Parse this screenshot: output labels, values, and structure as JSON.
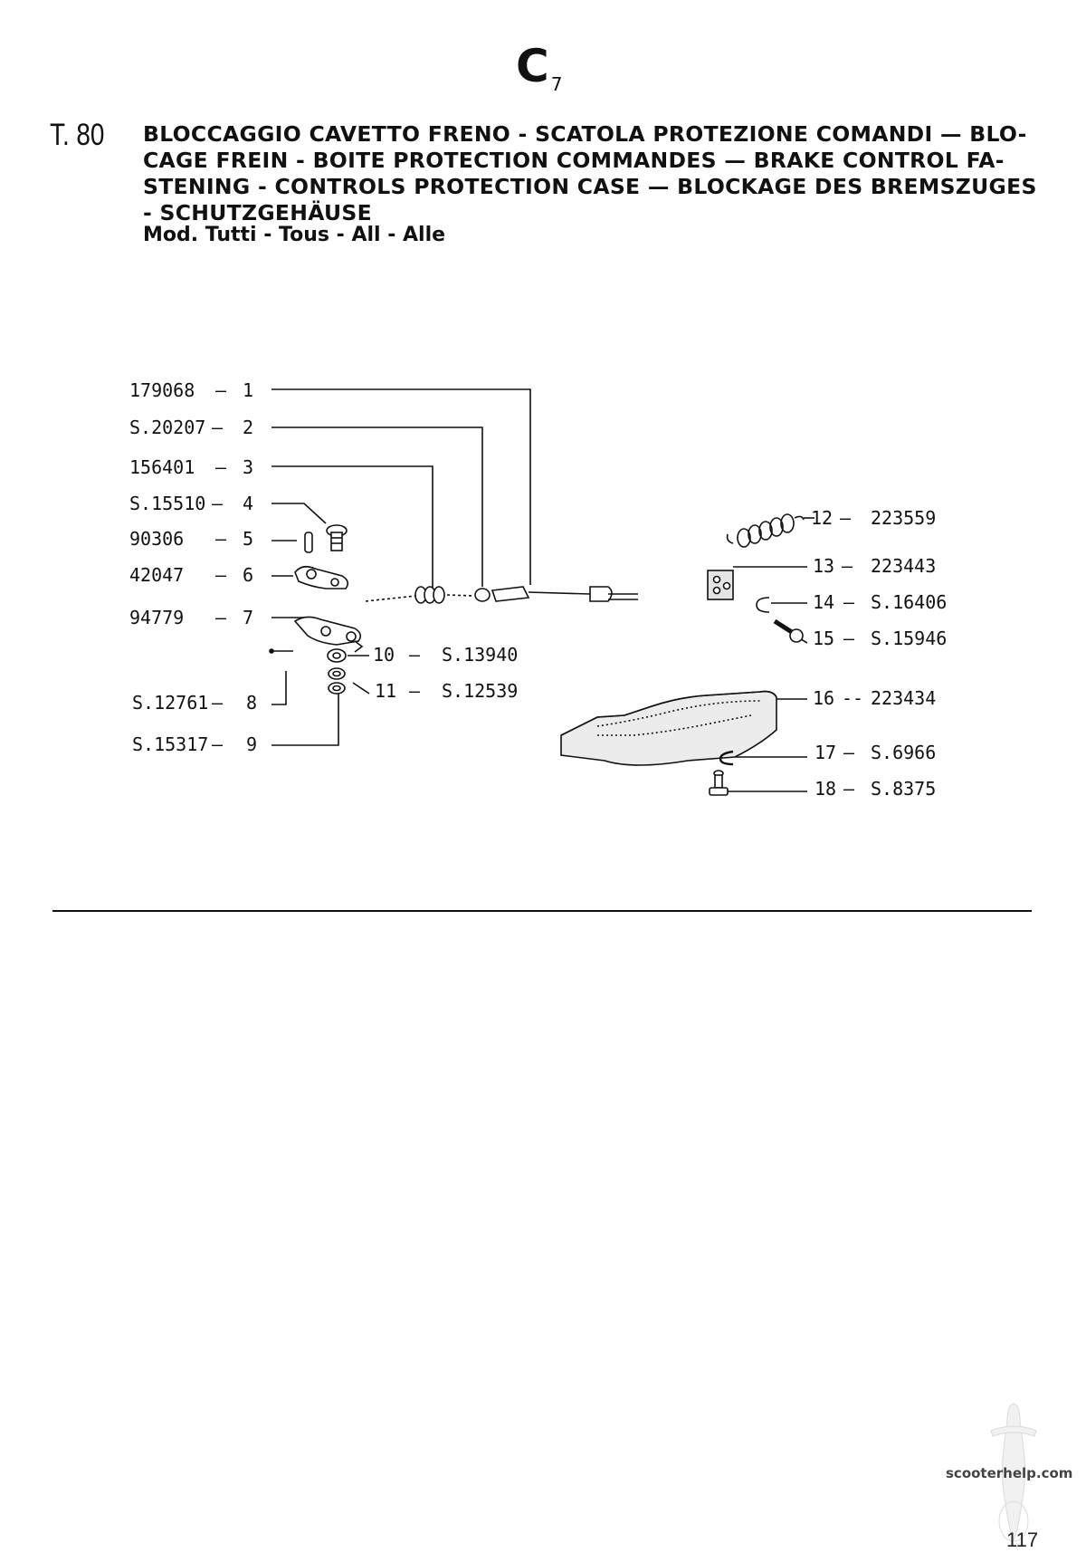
{
  "section": {
    "letter": "C",
    "sub": "7"
  },
  "table_number": "T. 80",
  "title_lines": [
    "BLOCCAGGIO CAVETTO FRENO - SCATOLA PROTEZIONE COMANDI — BLO-",
    "CAGE FREIN - BOITE PROTECTION COMMANDES — BRAKE CONTROL FA-",
    "STENING - CONTROLS PROTECTION CASE — BLOCKAGE DES BREMSZUGES",
    "- SCHUTZGEHÄUSE"
  ],
  "models": "Mod. Tutti - Tous - All - Alle",
  "parts": [
    {
      "no": "1",
      "code": "179068"
    },
    {
      "no": "2",
      "code": "S.20207"
    },
    {
      "no": "3",
      "code": "156401"
    },
    {
      "no": "4",
      "code": "S.15510"
    },
    {
      "no": "5",
      "code": "90306"
    },
    {
      "no": "6",
      "code": "42047"
    },
    {
      "no": "7",
      "code": "94779"
    },
    {
      "no": "8",
      "code": "S.12761"
    },
    {
      "no": "9",
      "code": "S.15317"
    },
    {
      "no": "10",
      "code": "S.13940"
    },
    {
      "no": "11",
      "code": "S.12539"
    },
    {
      "no": "12",
      "code": "223559"
    },
    {
      "no": "13",
      "code": "223443"
    },
    {
      "no": "14",
      "code": "S.16406"
    },
    {
      "no": "15",
      "code": "S.15946"
    },
    {
      "no": "16",
      "code": "223434"
    },
    {
      "no": "17",
      "code": "S.6966"
    },
    {
      "no": "18",
      "code": "S.8375"
    }
  ],
  "watermark": "scooterhelp.com",
  "page_number": "117"
}
